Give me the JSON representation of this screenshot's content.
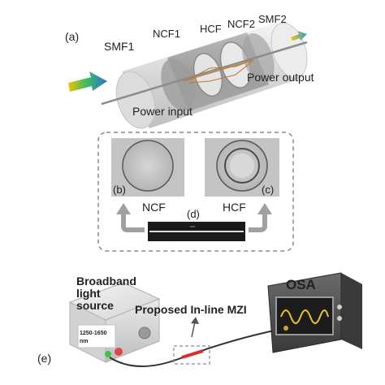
{
  "panel_a": {
    "tag": "(a)",
    "labels": {
      "smf1": "SMF1",
      "ncf1": "NCF1",
      "hcf": "HCF",
      "ncf2": "NCF2",
      "smf2": "SMF2",
      "power_input": "Power input",
      "power_output": "Power output"
    }
  },
  "panel_b": {
    "tag": "(b)"
  },
  "panel_c": {
    "tag": "(c)"
  },
  "panel_d": {
    "tag": "(d)",
    "left_label": "NCF",
    "right_label": "HCF"
  },
  "panel_e": {
    "tag": "(e)",
    "source_title": [
      "Broadband",
      "light",
      "source"
    ],
    "wavelength_range": [
      "1250-1650",
      "nm"
    ],
    "mzi_label": "Proposed In-line MZI",
    "osa_label": "OSA"
  },
  "colors": {
    "fiber_red": "#e02a2a",
    "dashed_border": "#8a8a8a",
    "osa_screen": "#1c1c1c",
    "osa_wave": "#e8c22b"
  }
}
